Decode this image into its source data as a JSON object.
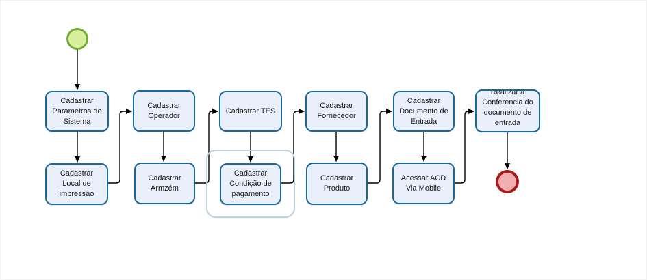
{
  "diagram": {
    "type": "flowchart-bpmn",
    "tasks": [
      {
        "id": "cadastrar-parametros-do-sistema",
        "label": "Cadastrar\nParametros do\nSistema"
      },
      {
        "id": "cadastrar-local-de-impressao",
        "label": "Cadastrar\nLocal de\nimpressão"
      },
      {
        "id": "cadastrar-operador",
        "label": "Cadastrar\nOperador"
      },
      {
        "id": "cadastrar-armzem",
        "label": "Cadastrar\nArmzém"
      },
      {
        "id": "cadastrar-tes",
        "label": "Cadastrar TES"
      },
      {
        "id": "cadastrar-condicao-de-pagamento",
        "label": "Cadastrar\nCondição de\npagamento"
      },
      {
        "id": "cadastrar-fornecedor",
        "label": "Cadastrar\nFornecedor"
      },
      {
        "id": "cadastrar-produto",
        "label": "Cadastrar\nProduto"
      },
      {
        "id": "cadastrar-documento-de-entrada",
        "label": "Cadastrar\nDocumento de\nEntrada"
      },
      {
        "id": "acessar-acd-via-mobile",
        "label": "Acessar ACD\nVia Mobile"
      },
      {
        "id": "realizar-conferencia-documento-entrada",
        "label": "Realizar a\nConferencia do\ndocumento de\nentrada"
      }
    ],
    "events": {
      "start": {
        "shape": "circle"
      },
      "end": {
        "shape": "circle"
      }
    },
    "colors": {
      "task_fill": "#e9f0fb",
      "task_border": "#19699e",
      "start_fill": "#d9ef9d",
      "start_border": "#72ab38",
      "end_fill": "#f0aeb1",
      "end_border": "#a61c1c",
      "group_border": "#bcd3dd",
      "connector": "#000000",
      "text": "#1a1a1a",
      "background": "#ffffff"
    }
  }
}
